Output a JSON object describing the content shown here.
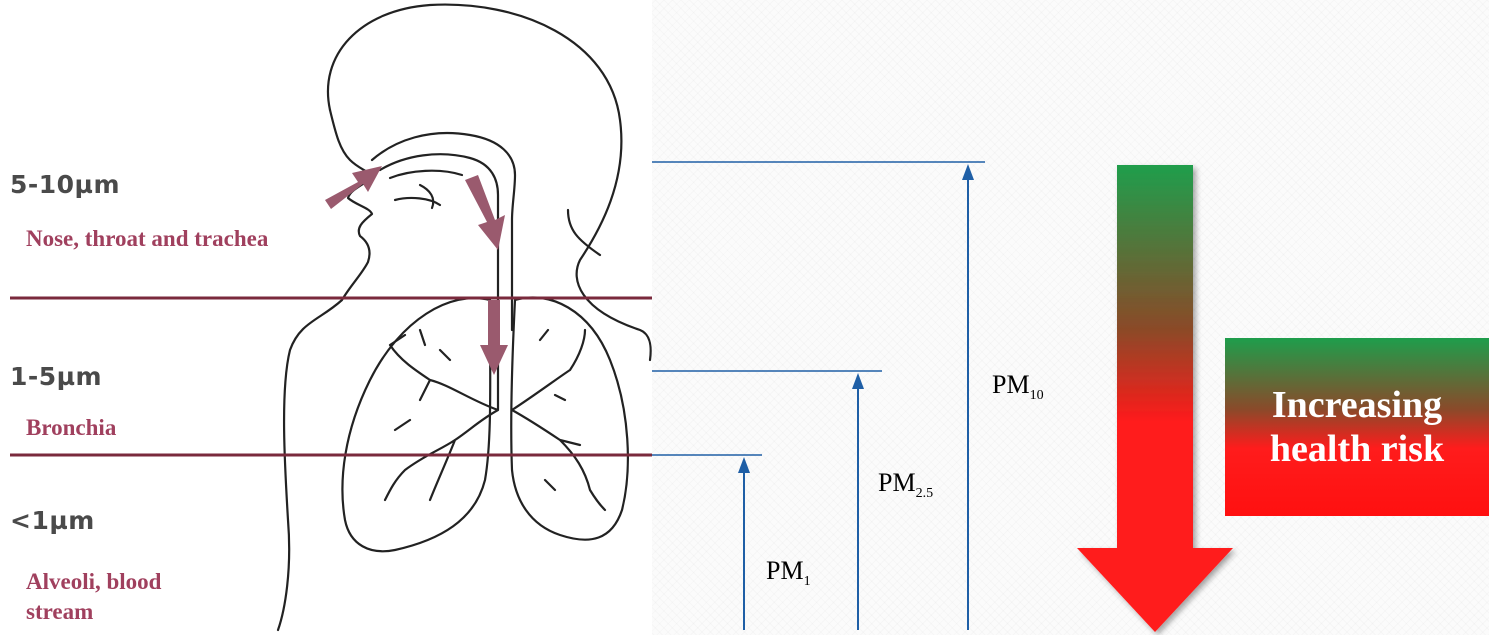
{
  "size_ranges": [
    {
      "size": "5-10µm",
      "region": "Nose, throat  and trachea"
    },
    {
      "size": "1-5µm",
      "region": "Bronchia"
    },
    {
      "size": "<1µm",
      "region": "Alveoli, blood stream"
    }
  ],
  "pm_labels": [
    {
      "base": "PM",
      "sub": "1"
    },
    {
      "base": "PM",
      "sub": "2.5"
    },
    {
      "base": "PM",
      "sub": "10"
    }
  ],
  "risk_box": {
    "text": "Increasing health risk"
  },
  "colors": {
    "region_label": "#a0405e",
    "separator": "#7a2a3c",
    "pm_arrow": "#1f5fa6",
    "arrow_top": "#1f9e4c",
    "arrow_bottom": "#ff1a1a",
    "airflow_arrow": "#9a5a6e"
  }
}
